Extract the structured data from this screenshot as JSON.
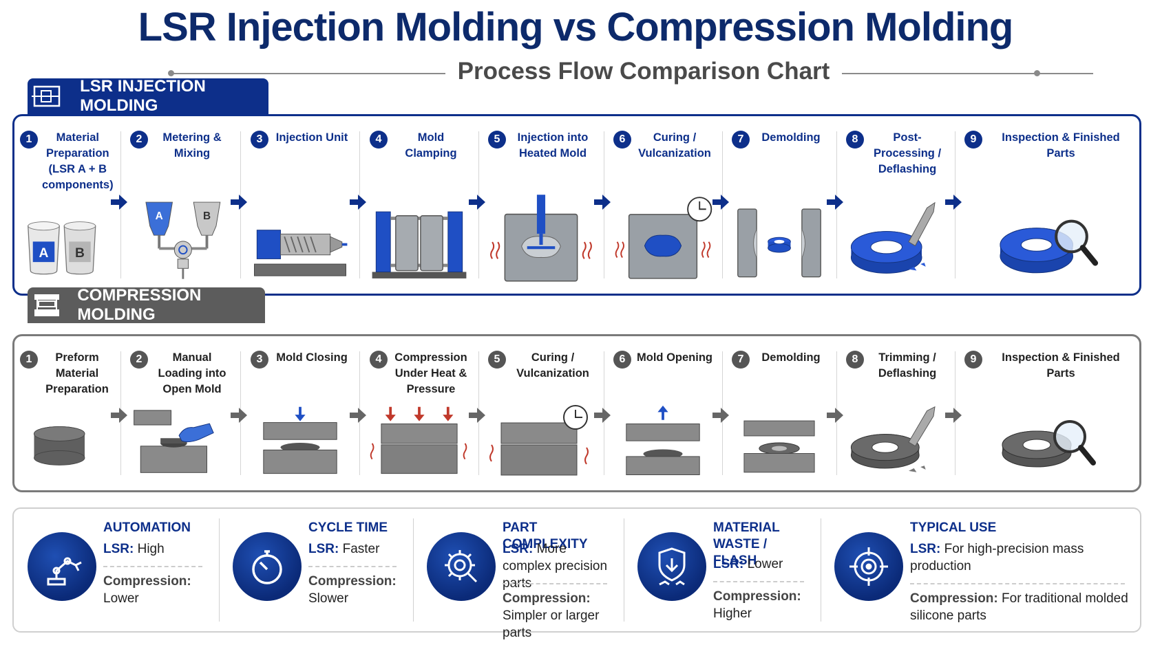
{
  "title": "LSR Injection Molding vs Compression Molding",
  "subtitle": "Process Flow Comparison Chart",
  "colors": {
    "navy": "#0d2f8a",
    "gray": "#5c5c5c",
    "heat": "#c0392b",
    "part_blue": "#1f4fc4"
  },
  "lsr": {
    "heading": "LSR INJECTION MOLDING",
    "steps": [
      {
        "num": "1",
        "label": "Material Preparation (LSR A + B components)",
        "icon": "ab-buckets-icon",
        "bucket_a": "A",
        "bucket_b": "B"
      },
      {
        "num": "2",
        "label": "Metering & Mixing",
        "icon": "metering-mixer-icon",
        "hopper_a": "A",
        "hopper_b": "B"
      },
      {
        "num": "3",
        "label": "Injection Unit",
        "icon": "injection-unit-icon"
      },
      {
        "num": "4",
        "label": "Mold Clamping",
        "icon": "mold-clamp-icon"
      },
      {
        "num": "5",
        "label": "Injection into Heated Mold",
        "icon": "heated-mold-injection-icon"
      },
      {
        "num": "6",
        "label": "Curing / Vulcanization",
        "icon": "curing-mold-clock-icon"
      },
      {
        "num": "7",
        "label": "Demolding",
        "icon": "demolding-icon"
      },
      {
        "num": "8",
        "label": "Post-Processing / Deflashing",
        "icon": "deflashing-knife-icon"
      },
      {
        "num": "9",
        "label": "Inspection & Finished Parts",
        "icon": "inspection-magnifier-icon"
      }
    ]
  },
  "compression": {
    "heading": "COMPRESSION MOLDING",
    "steps": [
      {
        "num": "1",
        "label": "Preform Material Preparation",
        "icon": "preform-puck-icon"
      },
      {
        "num": "2",
        "label": "Manual Loading into Open Mold",
        "icon": "manual-loading-glove-icon"
      },
      {
        "num": "3",
        "label": "Mold Closing",
        "icon": "mold-closing-icon"
      },
      {
        "num": "4",
        "label": "Compression Under Heat & Pressure",
        "icon": "press-heat-icon"
      },
      {
        "num": "5",
        "label": "Curing / Vulcanization",
        "icon": "curing-press-clock-icon"
      },
      {
        "num": "6",
        "label": "Mold Opening",
        "icon": "mold-opening-icon"
      },
      {
        "num": "7",
        "label": "Demolding",
        "icon": "demolding-part-icon"
      },
      {
        "num": "8",
        "label": "Trimming / Deflashing",
        "icon": "trimming-knife-icon"
      },
      {
        "num": "9",
        "label": "Inspection & Finished Parts",
        "icon": "inspection-magnifier-icon"
      }
    ]
  },
  "comparison": [
    {
      "title": "AUTOMATION",
      "icon": "robot-arm-icon",
      "lsr_prefix": "LSR:",
      "lsr_text": "High",
      "comp_prefix": "Compression:",
      "comp_text": "Lower"
    },
    {
      "title": "CYCLE TIME",
      "icon": "stopwatch-icon",
      "lsr_prefix": "LSR:",
      "lsr_text": "Faster",
      "comp_prefix": "Compression:",
      "comp_text": "Slower"
    },
    {
      "title": "PART COMPLEXITY",
      "icon": "gear-magnifier-icon",
      "lsr_prefix": "LSR:",
      "lsr_text": "More complex precision parts",
      "comp_prefix": "Compression:",
      "comp_text": "Simpler or larger parts"
    },
    {
      "title": "MATERIAL WASTE / FLASH",
      "icon": "shield-waste-icon",
      "lsr_prefix": "LSR:",
      "lsr_text": "Lower",
      "comp_prefix": "Compression:",
      "comp_text": "Higher"
    },
    {
      "title": "TYPICAL USE",
      "icon": "target-icon",
      "lsr_prefix": "LSR:",
      "lsr_text": "For high-precision mass production",
      "comp_prefix": "Compression:",
      "comp_text": "For traditional molded silicone parts"
    }
  ]
}
